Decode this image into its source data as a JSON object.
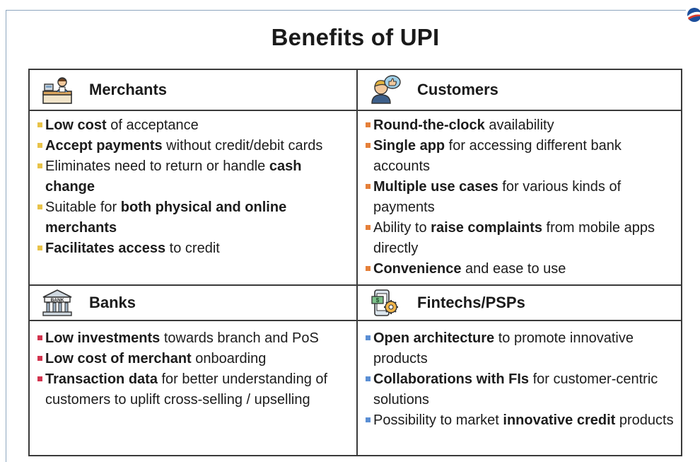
{
  "title": "Benefits of UPI",
  "colors": {
    "merchants": "#e8c34a",
    "customers": "#e5803a",
    "banks": "#d2354f",
    "fintechs": "#5b8fd4"
  },
  "quadrants": {
    "merchants": {
      "icon": "merchant-shop-icon",
      "heading": "Merchants",
      "items": [
        {
          "bold": "Low cost",
          "rest": " of acceptance"
        },
        {
          "bold": "Accept payments",
          "rest": " without credit/debit cards"
        },
        {
          "pre": "Eliminates need to return or handle ",
          "bold": "cash change",
          "rest": ""
        },
        {
          "pre": "Suitable for ",
          "bold": "both physical and online merchants",
          "rest": ""
        },
        {
          "bold": "Facilitates access",
          "rest": " to credit"
        }
      ]
    },
    "customers": {
      "icon": "customer-thumbs-up-icon",
      "heading": "Customers",
      "items": [
        {
          "bold": "Round-the-clock",
          "rest": " availability"
        },
        {
          "bold": "Single app",
          "rest": " for accessing different bank accounts"
        },
        {
          "bold": "Multiple use cases",
          "rest": " for various kinds of payments"
        },
        {
          "pre": "Ability to ",
          "bold": "raise complaints",
          "rest": " from mobile apps directly"
        },
        {
          "bold": "Convenience",
          "rest": " and ease to use"
        }
      ]
    },
    "banks": {
      "icon": "bank-building-icon",
      "icon_text": "BANK",
      "heading": "Banks",
      "items": [
        {
          "bold": "Low investments",
          "rest": " towards branch and PoS"
        },
        {
          "bold": "Low cost of merchant",
          "rest": " onboarding"
        },
        {
          "bold": "Transaction data",
          "rest": " for better understanding of customers to uplift cross-selling / upselling"
        }
      ]
    },
    "fintechs": {
      "icon": "fintech-phone-gear-icon",
      "heading": "Fintechs/PSPs",
      "items": [
        {
          "bold": "Open architecture",
          "rest": " to promote innovative products"
        },
        {
          "bold": "Collaborations with FIs",
          "rest": " for customer-centric solutions"
        },
        {
          "pre": "Possibility to market ",
          "bold": "innovative credit",
          "rest": " products"
        }
      ]
    }
  }
}
